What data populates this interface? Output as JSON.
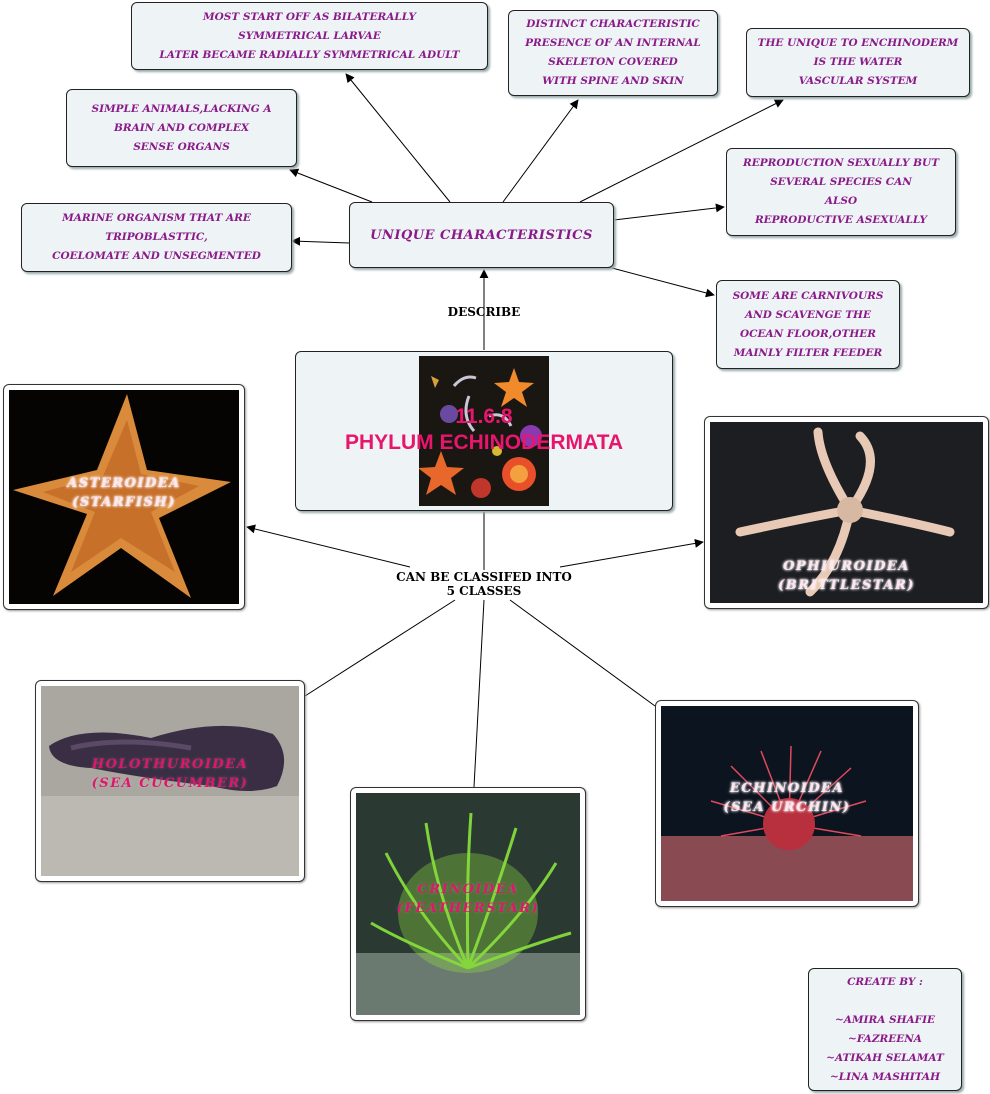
{
  "central": {
    "title": "11.6.8\nPHYLUM ECHINODERMATA"
  },
  "labels": {
    "describe": "DESCRIBE",
    "classify": "CAN BE CLASSIFED INTO\n5 CLASSES"
  },
  "unique": "UNIQUE CHARACTERISTICS",
  "characteristics": {
    "larvae": "MOST START OFF AS BILATERALLY\nSYMMETRICAL LARVAE\nLATER BECAME RADIALLY SYMMETRICAL ADULT",
    "skeleton": "DISTINCT CHARACTERISTIC\nPRESENCE OF AN INTERNAL\nSKELETON COVERED\nWITH SPINE AND SKIN",
    "water": "THE UNIQUE TO ENCHINODERM\nIS THE WATER\nVASCULAR SYSTEM",
    "simple": "SIMPLE  ANIMALS,LACKING A\nBRAIN AND COMPLEX\nSENSE ORGANS",
    "reproduction": "REPRODUCTION SEXUALLY BUT\nSEVERAL SPECIES CAN\nALSO\nREPRODUCTIVE ASEXUALLY",
    "marine": "MARINE ORGANISM THAT ARE\nTRIPOBLASTTIC,\nCOELOMATE AND UNSEGMENTED",
    "feeding": "SOME ARE CARNIVOURS\nAND SCAVENGE THE\nOCEAN FLOOR,OTHER\nMAINLY FILTER FEEDER"
  },
  "classes": {
    "asteroidea": "ASTEROIDEA\n(STARFISH)",
    "ophiuroidea": "OPHIUROIDEA\n(BRITTLESTAR)",
    "holothuroidea": "HOLOTHUROIDEA\n(SEA CUCUMBER)",
    "crinoidea": "CRINOIDEA\n(FEATHERSTAR)",
    "echinoidea": "ECHINOIDEA\n(SEA URCHIN)"
  },
  "credits": "CREATE BY :\n\n~AMIRA SHAFIE\n~FAZREENA\n~ATIKAH SELAMAT\n~LINA MASHITAH",
  "colors": {
    "note_text": "#8a1a8a",
    "title": "#e8156d",
    "box_fill": "#eef3f5"
  }
}
